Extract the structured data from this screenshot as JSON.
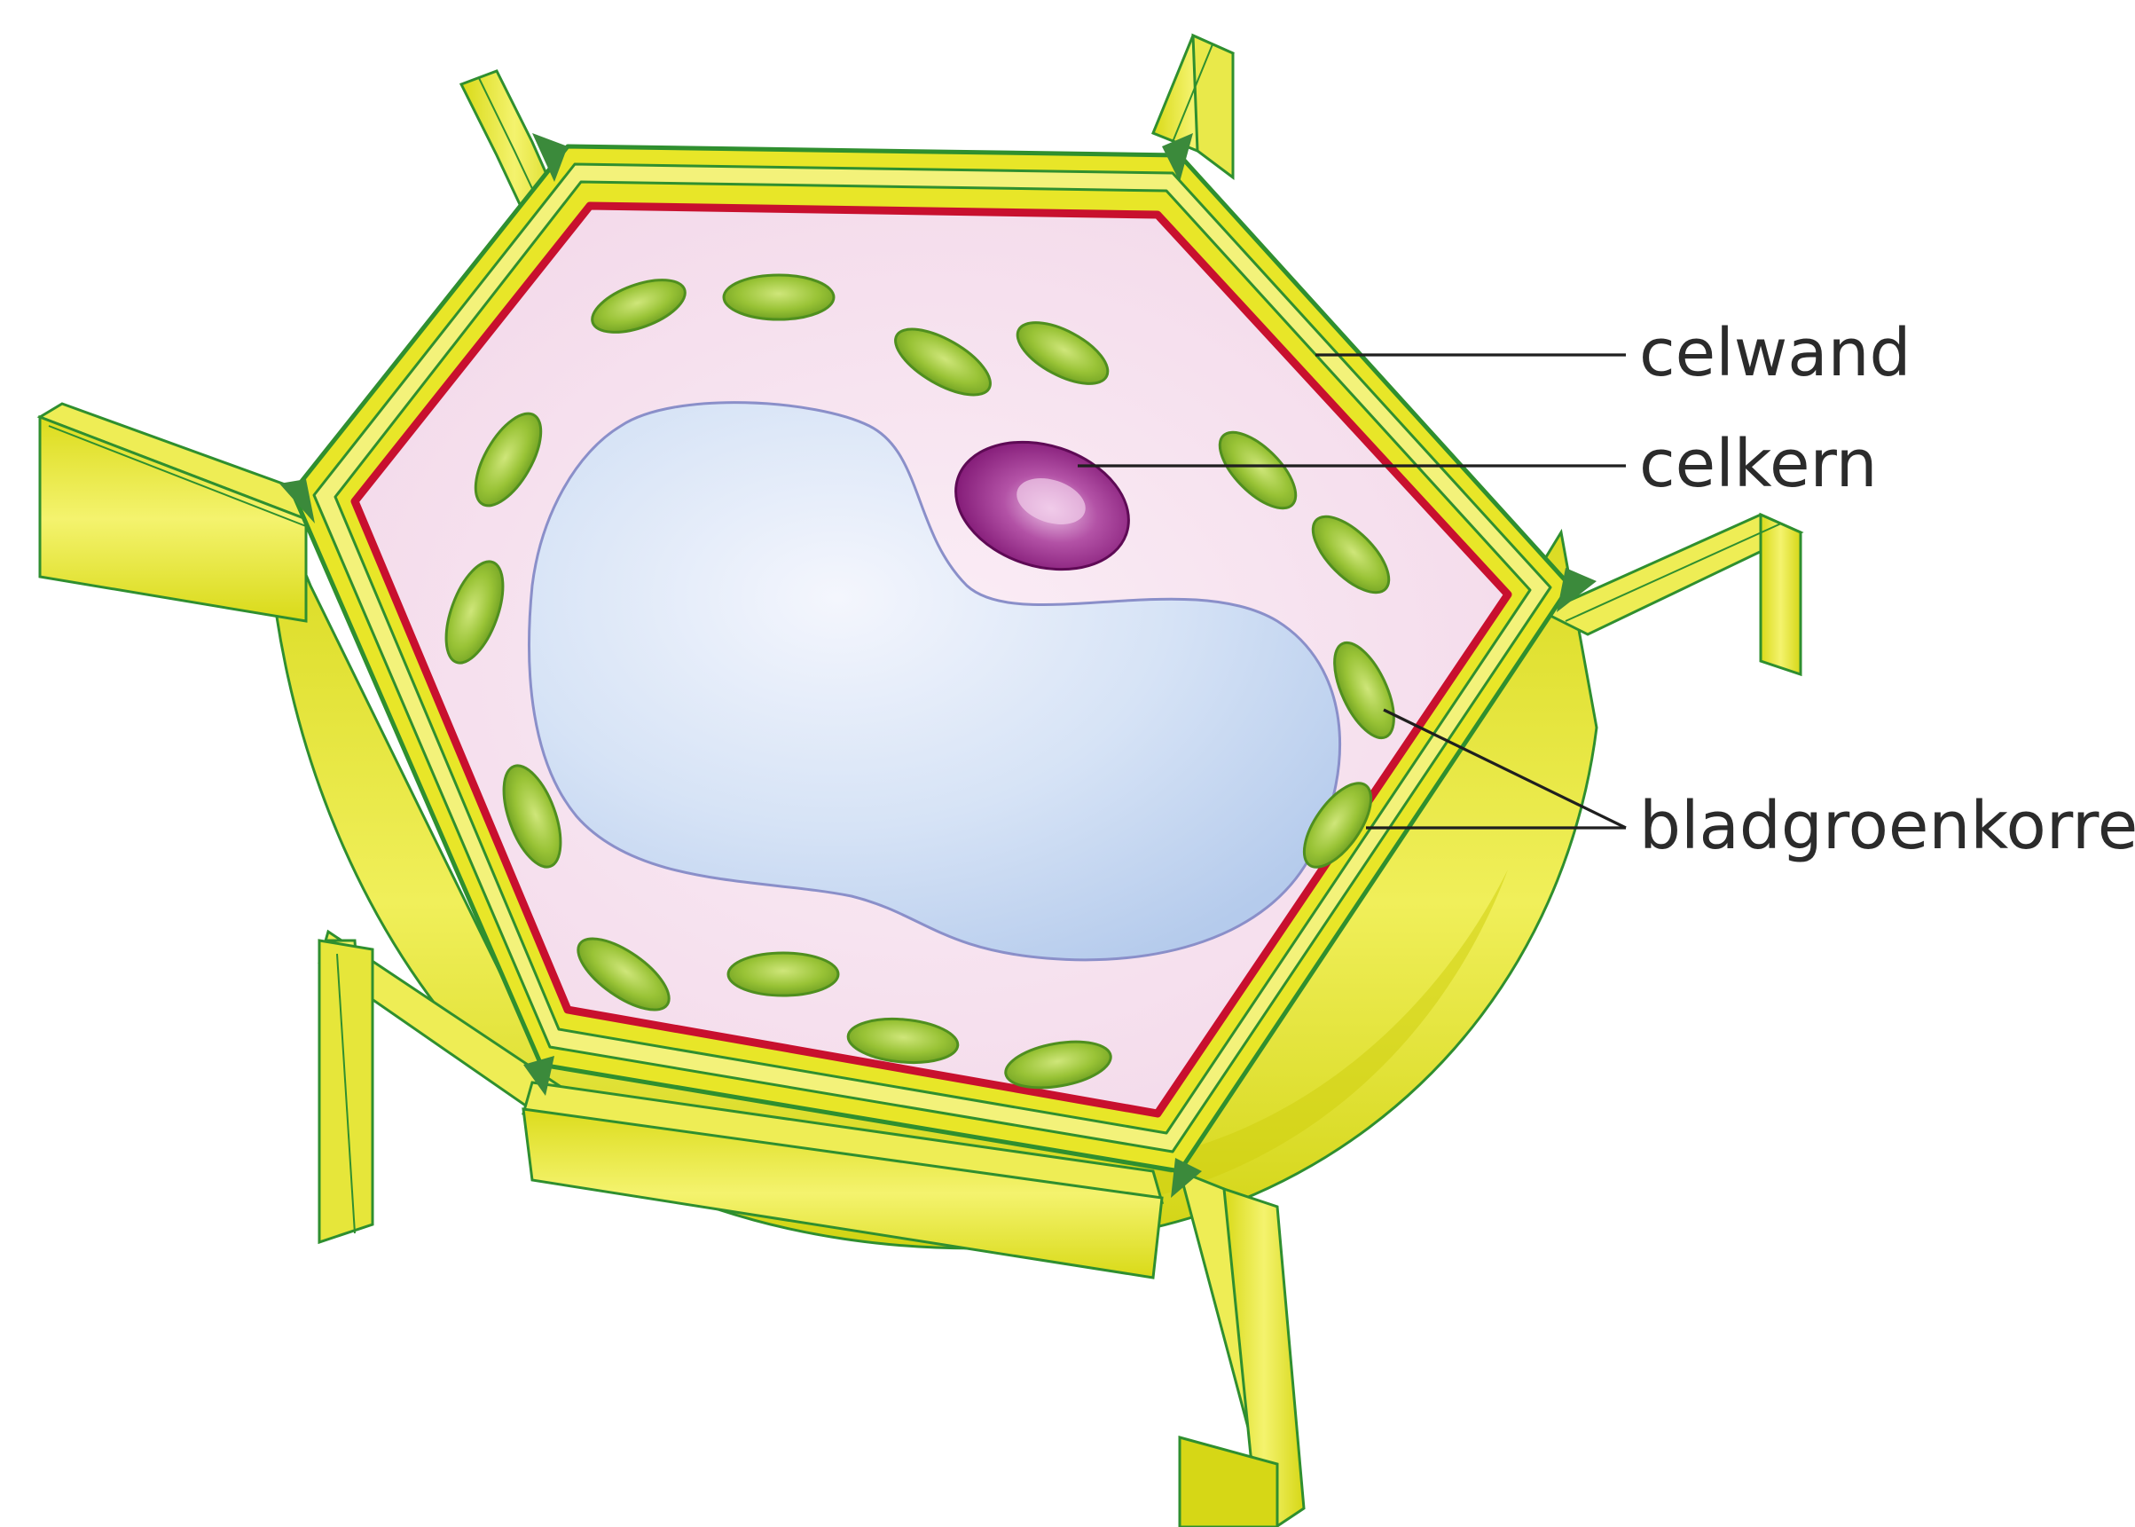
{
  "diagram": {
    "labels": {
      "cell_wall": "celwand",
      "nucleus": "celkern",
      "chloroplasts": "bladgroenkorrels"
    },
    "colors": {
      "cell_wall_fill": "#e8e628",
      "cell_wall_stripe": "#f3f27a",
      "cell_wall_outline": "#2f8f2f",
      "middle_lamella": "#3b8a3b",
      "cell_membrane": "#c8102e",
      "cytoplasm": "#f6dcec",
      "vacuole": "#cfe0f4",
      "vacuole_outline": "#8a8fc9",
      "nucleus": "#8b1a7f",
      "nucleus_highlight": "#e7b9e0",
      "chloroplast": "#8dbd2e",
      "chloroplast_highlight": "#c9e36b",
      "chloroplast_outline": "#4f8f1f",
      "leader_line": "#1f1f1f",
      "label_text": "#2b2b2b"
    }
  }
}
